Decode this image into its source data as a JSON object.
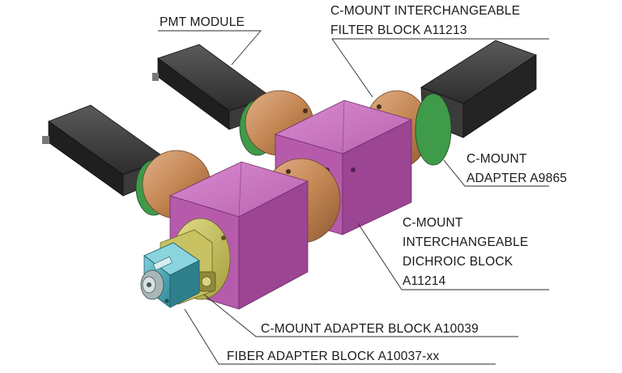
{
  "labels": {
    "pmt_module": "PMT MODULE",
    "filter_block_line1": "C-MOUNT INTERCHANGEABLE",
    "filter_block_line2": "FILTER BLOCK A11213",
    "cmount_adapter_line1": "C-MOUNT",
    "cmount_adapter_line2": "ADAPTER A9865",
    "dichroic_line1": "C-MOUNT",
    "dichroic_line2": "INTERCHANGEABLE",
    "dichroic_line3": "DICHROIC BLOCK",
    "dichroic_line4": "A11214",
    "adapter_block": "C-MOUNT ADAPTER BLOCK A10039",
    "fiber_adapter": "FIBER ADAPTER BLOCK A10037-xx"
  },
  "colors": {
    "pmt_body": "#2b2b2b",
    "ring_bronze": "#c98f5e",
    "ring_green": "#3f9a4a",
    "cube_magenta": "#b45aa8",
    "adapter_gold": "#c4be5e",
    "fiber_cyan": "#4aa8b5"
  }
}
